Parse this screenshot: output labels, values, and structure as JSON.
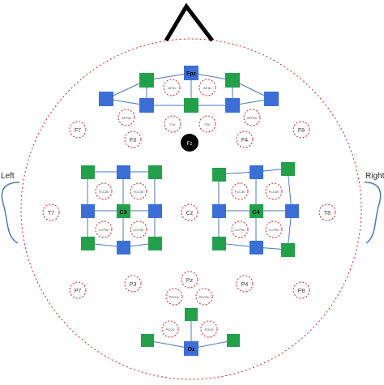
{
  "labels": {
    "left": "Left",
    "right": "Right"
  },
  "colors": {
    "head": "#cc2222",
    "electrode": "#cc2222",
    "source": "#3b6fd6",
    "detector": "#22a04a",
    "channel": "#4a78c2",
    "ground": "#000000"
  },
  "electrodes": {
    "F7": "F7",
    "F3": "F3",
    "F4": "F4",
    "F8": "F8",
    "T7": "T7",
    "Cz": "Cz",
    "T8": "T8",
    "P7": "P7",
    "P3": "P3",
    "Pz": "Pz",
    "P4": "P4",
    "P8": "P8"
  },
  "small_electrodes": {
    "fp1": "AF3h",
    "fp2": "AF4h",
    "af1": "AFF5h",
    "af2": "AFF6h",
    "f1": "F1h",
    "f2": "F2h",
    "l1": "FCC5h",
    "l2": "FCC3h",
    "l3": "CCP5h",
    "l4": "CCP3h",
    "r1": "FCC4h",
    "r2": "FCC6h",
    "r3": "CCP4h",
    "r4": "CCP6h",
    "p1": "PPO1h",
    "p2": "PPO2h",
    "o1": "POO1",
    "o2": "POO2"
  },
  "square_labels": {
    "fpz": "Fpz",
    "c3": "C3",
    "c4": "C4",
    "oz": "Oz"
  },
  "ground": "Fz"
}
